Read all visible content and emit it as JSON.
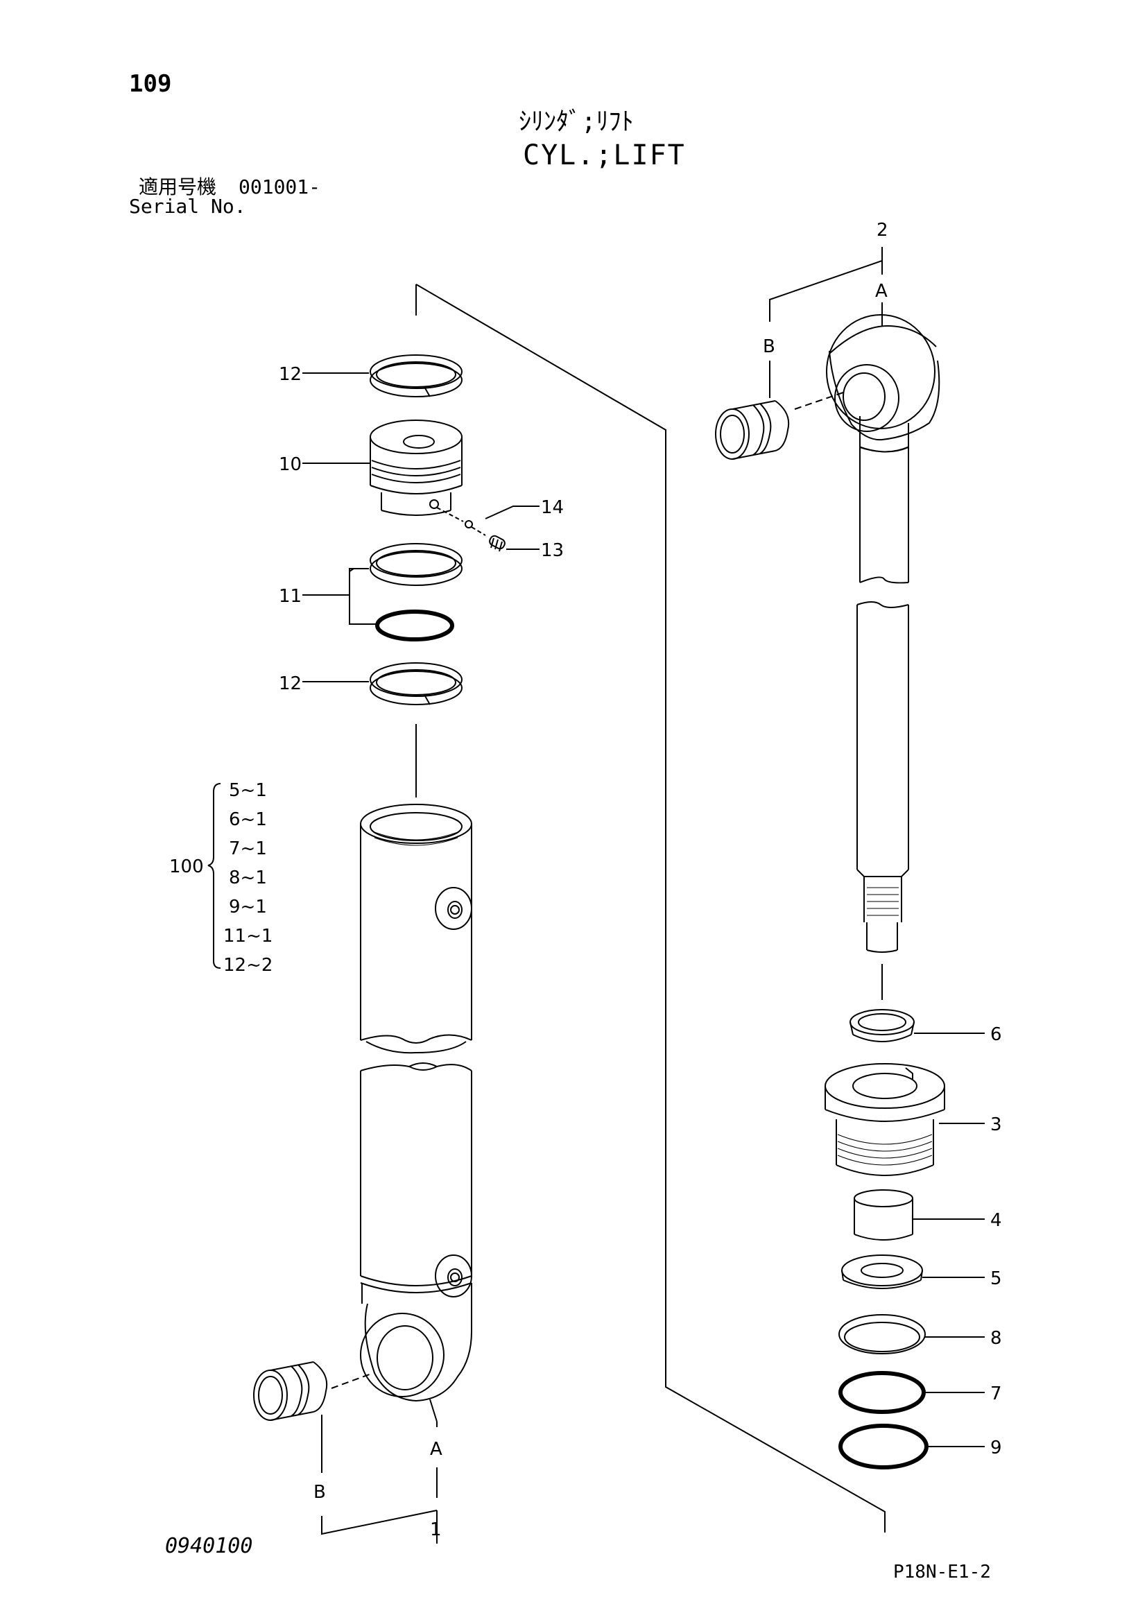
{
  "header": {
    "page_number": "109",
    "title_jp": "ｼﾘﾝﾀﾞ;ﾘﾌﾄ",
    "title_en": "CYL.;LIFT",
    "serial_label_jp": "適用号機",
    "serial_value": "001001-",
    "serial_label_en": "Serial No."
  },
  "footer": {
    "doc_code": "0940100",
    "page_code": "P18N-E1-2"
  },
  "callouts": {
    "c1": "1",
    "c2": "2",
    "c3": "3",
    "c4": "4",
    "c5": "5",
    "c6": "6",
    "c7": "7",
    "c8": "8",
    "c9": "9",
    "c10": "10",
    "c11": "11",
    "c12a": "12",
    "c12b": "12",
    "c13": "13",
    "c14": "14",
    "c100": "100",
    "a_top": "A",
    "b_top": "B",
    "a_bottom": "A",
    "b_bottom": "B"
  },
  "kit_list": [
    "5~1",
    "6~1",
    "7~1",
    "8~1",
    "9~1",
    "11~1",
    "12~2"
  ]
}
